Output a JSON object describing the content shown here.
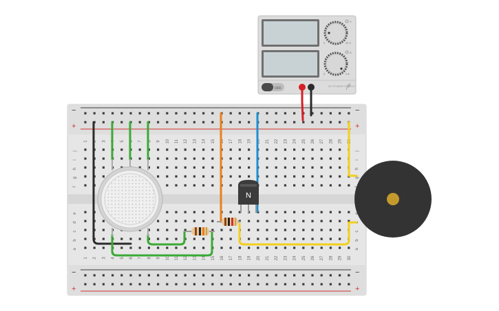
{
  "power_supply": {
    "voltage_unit_label": "V",
    "current_unit_label": "A",
    "voltage_knob": {
      "min_label": "0",
      "max_label": "30 V"
    },
    "current_knob": {
      "min_label": "0",
      "max_label": "5 A"
    },
    "switch_label": "OFF",
    "brand_label": "DC POWER SUPPLY"
  },
  "breadboard": {
    "rail_minus_label": "−",
    "rail_plus_label": "+",
    "row_letters_top": [
      "j",
      "i",
      "h",
      "g",
      "f"
    ],
    "row_letters_bottom": [
      "e",
      "d",
      "c",
      "b",
      "a"
    ],
    "column_numbers": [
      "1",
      "2",
      "3",
      "4",
      "5",
      "6",
      "7",
      "8",
      "9",
      "10",
      "11",
      "12",
      "13",
      "14",
      "15",
      "16",
      "17",
      "18",
      "19",
      "20",
      "21",
      "22",
      "23",
      "24",
      "25",
      "26",
      "27",
      "28",
      "29",
      "30"
    ]
  },
  "transistor": {
    "label": "N"
  },
  "colors": {
    "board": "#e6e6e6",
    "hole": "#3a3a3a",
    "rail_red": "#d0312d",
    "wire_black": "#2b2b2b",
    "wire_green": "#3aa935",
    "wire_orange": "#e8801a",
    "wire_blue": "#1f8fd0",
    "wire_yellow": "#f2cf1d",
    "wire_red": "#d61f26",
    "buzzer_body": "#333333",
    "buzzer_center": "#c49a2c"
  }
}
